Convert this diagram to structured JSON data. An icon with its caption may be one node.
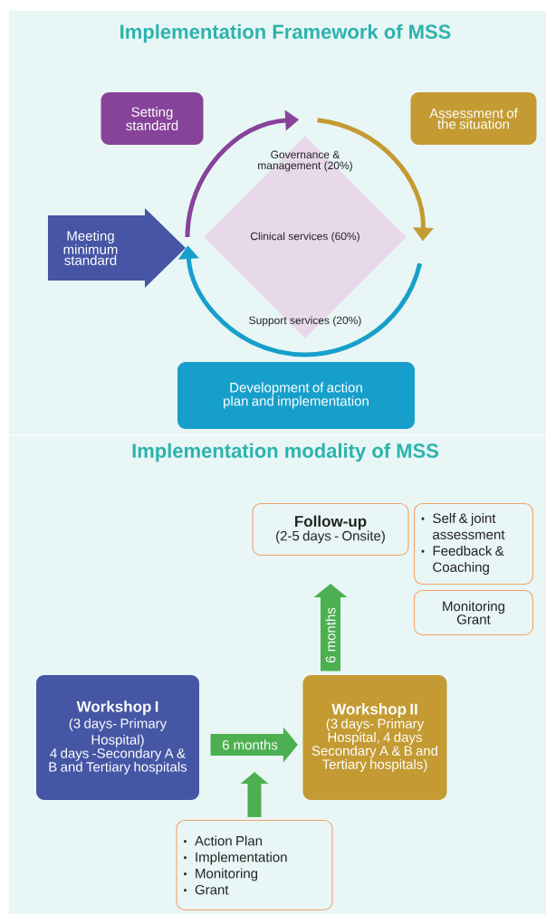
{
  "diagram": {
    "title": "Implementation Framework of MSS",
    "nodes": [
      {
        "text": [
          "Setting standard"
        ]
      },
      {
        "text": [
          "Assessment of the situation"
        ]
      },
      {
        "text": [
          "Meeting minimum standard"
        ]
      },
      {
        "text": [
          "Development of action plan and implementation"
        ]
      },
      {
        "text": [
          "Governance & management (20%)",
          "Clinical services (60%)",
          "Support services (20%)"
        ]
      },
      {
        "text": [
          "Follow-up",
          "(2-5 days - Onsite)"
        ]
      },
      {
        "text": [
          "Self & joint assessment",
          "Feedback & Coaching"
        ]
      },
      {
        "text": [
          "Monitoring Grant"
        ]
      },
      {
        "text": [
          "Workshop I",
          "(3 days- Primary Hospital)",
          "4 days -Secondary A & B and Tertiary hospitals"
        ]
      },
      {
        "text": [
          "Workshop II",
          "(3 days- Primary Hospital, 4 days Secondary A & B and Tertiary hospitals)"
        ]
      },
      {
        "text": [
          "Action Plan",
          "Implementation",
          "Monitoring",
          "Grant"
        ]
      }
    ],
    "edges": [
      {
        "from": 8,
        "to": 9,
        "arrow": "to",
        "label": "6 months"
      },
      {
        "from": 9,
        "to": 5,
        "arrow": "to",
        "label": "6 months"
      },
      {
        "from": 10,
        "to": null,
        "arrow": "to"
      }
    ],
    "labels": [
      "Implementation modality of MSS"
    ]
  }
}
